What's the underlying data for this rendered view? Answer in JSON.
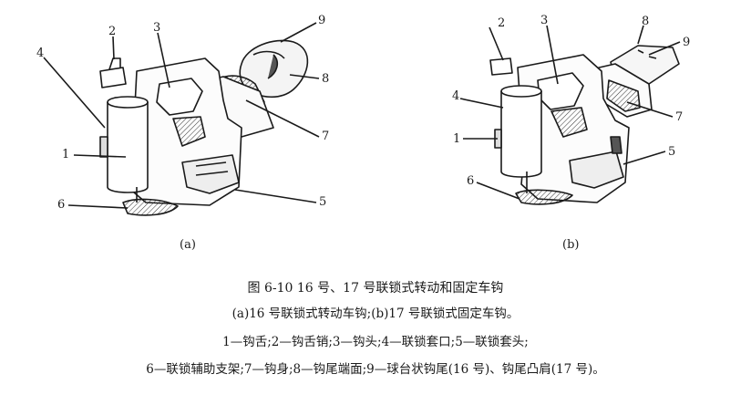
{
  "figure": {
    "left": {
      "subfig_label": "(a)",
      "callouts": [
        "1",
        "2",
        "3",
        "4",
        "5",
        "6",
        "7",
        "8",
        "9"
      ]
    },
    "right": {
      "subfig_label": "(b)",
      "callouts": [
        "1",
        "2",
        "3",
        "4",
        "5",
        "6",
        "7",
        "8",
        "9"
      ]
    }
  },
  "caption": {
    "title": "图 6-10   16 号、17 号联锁式转动和固定车钩",
    "subtitle": "(a)16 号联锁式转动车钩;(b)17 号联锁式固定车钩。",
    "legend_line1": "1—钩舌;2—钩舌销;3—钩头;4—联锁套口;5—联锁套头;",
    "legend_line2": "6—联锁辅助支架;7—钩身;8—钩尾端面;9—球台状钩尾(16 号)、钩尾凸肩(17 号)。"
  }
}
